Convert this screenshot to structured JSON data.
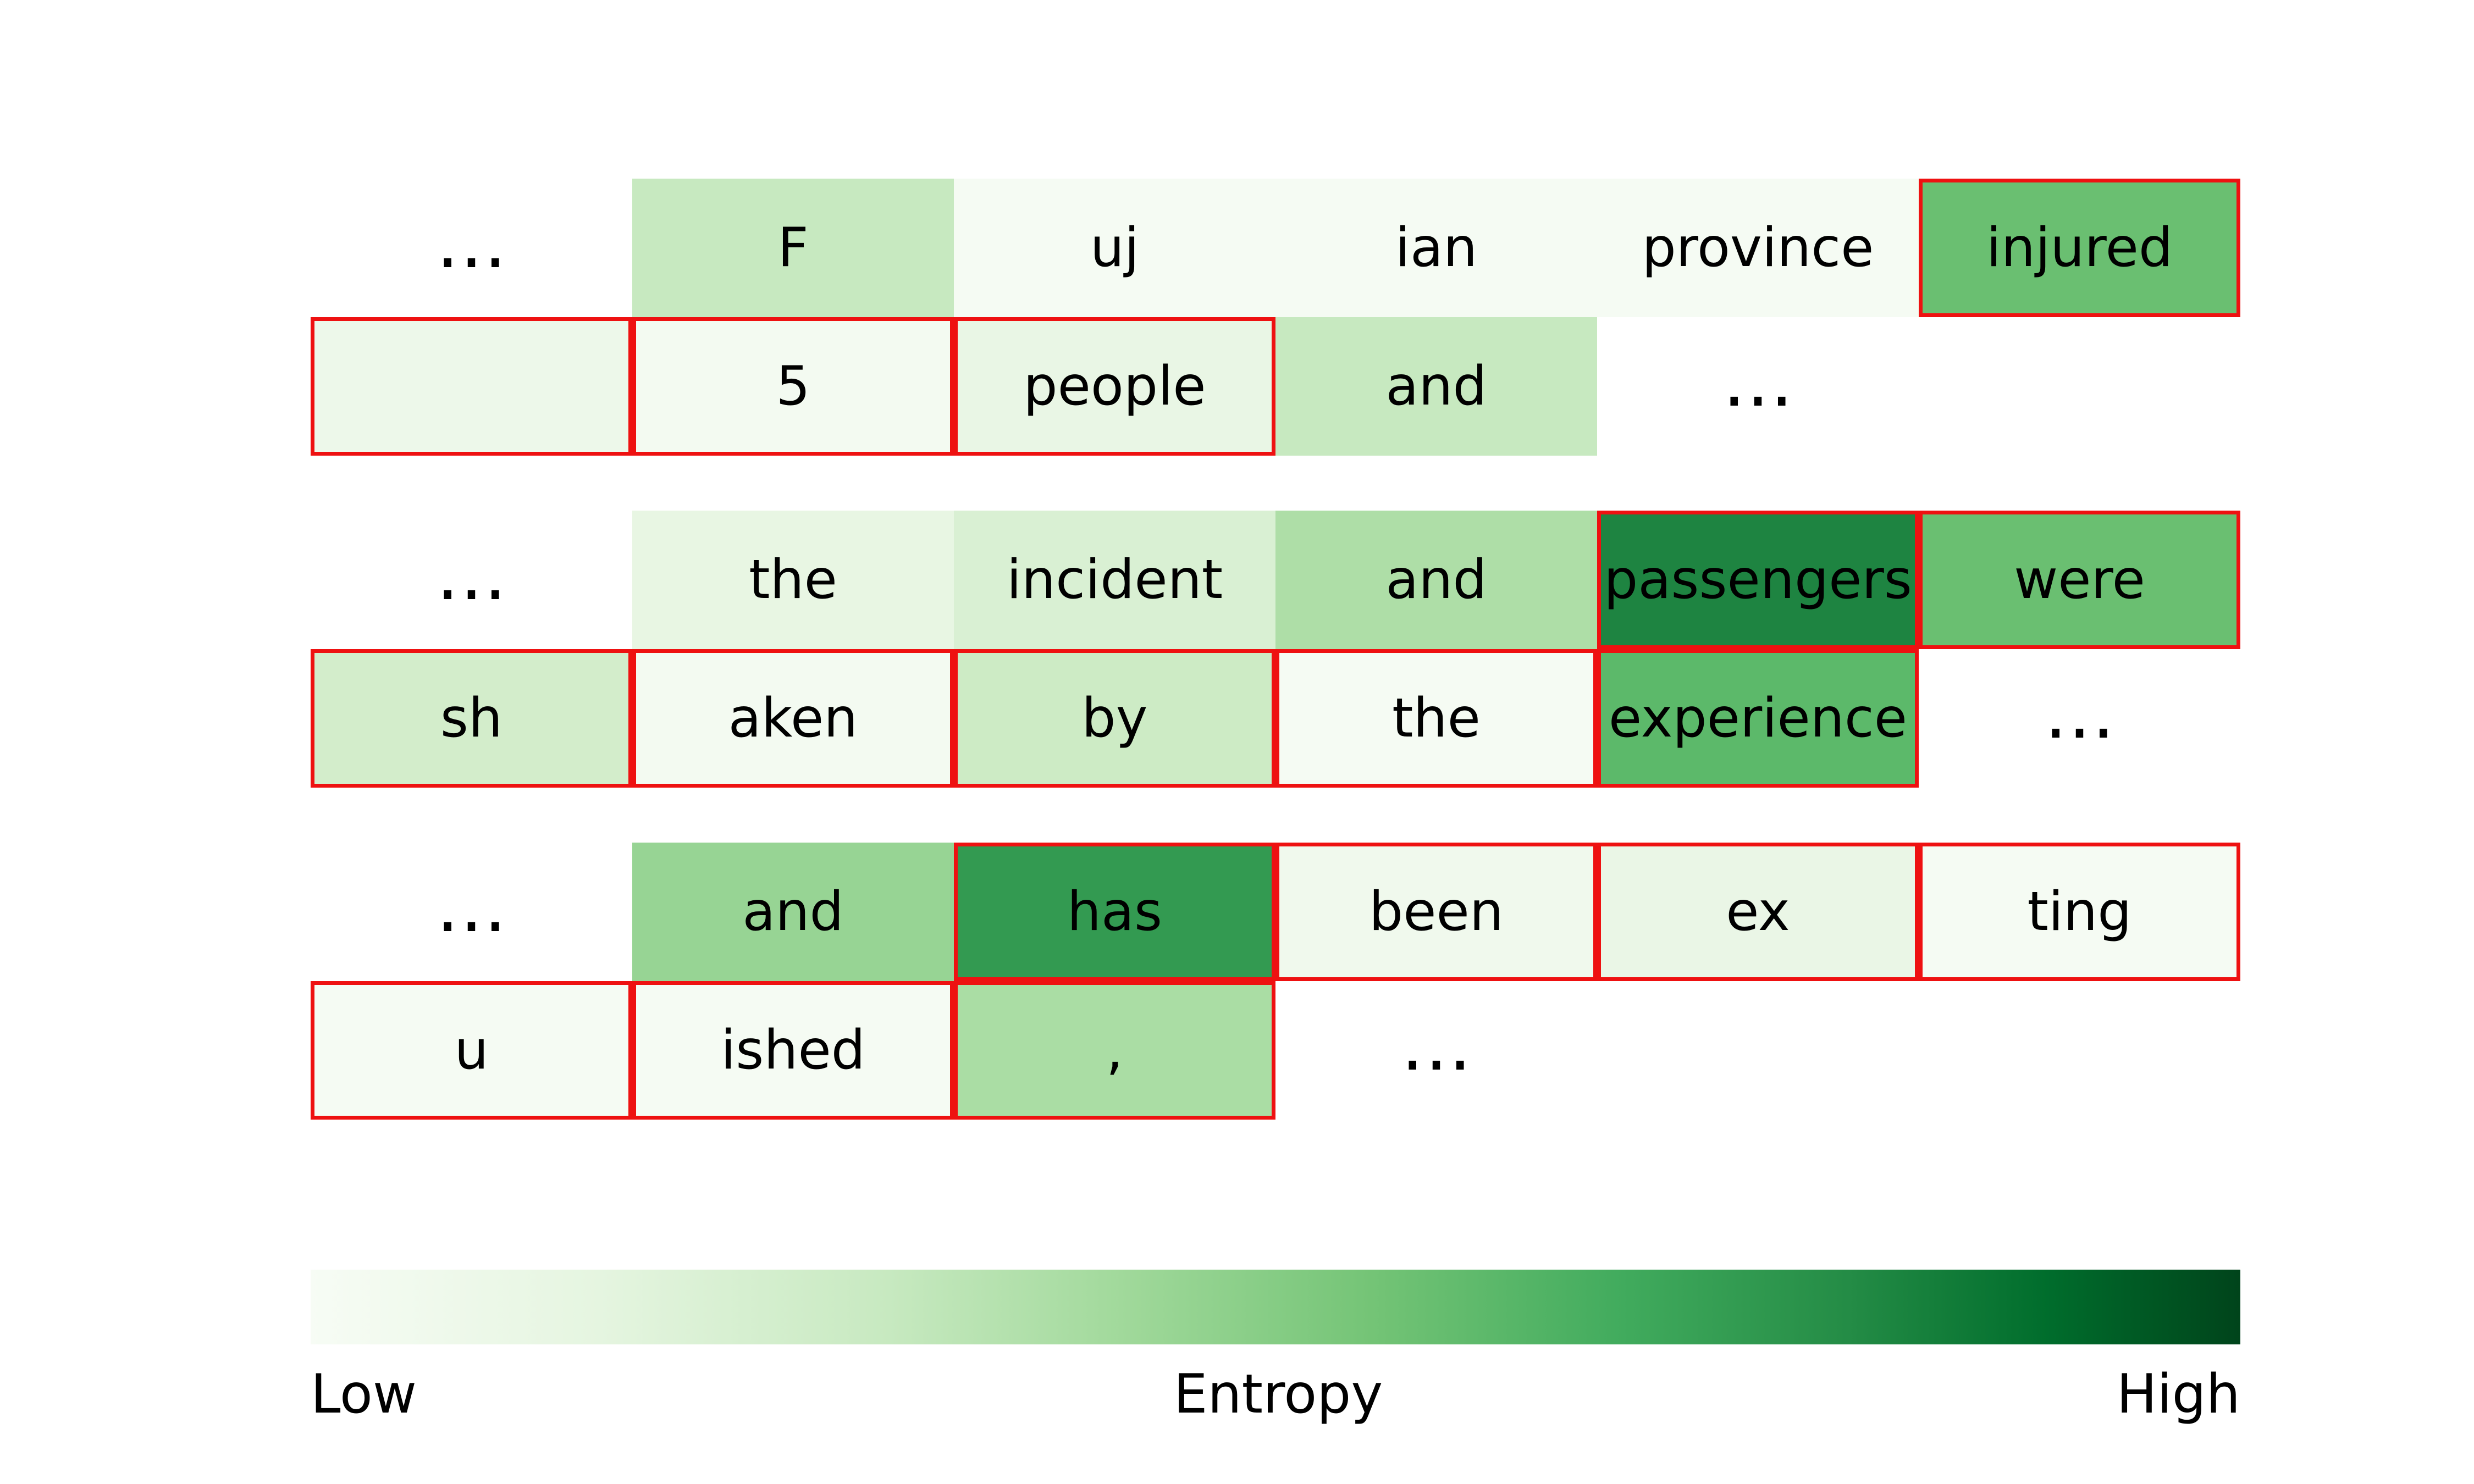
{
  "rows": [
    [
      {
        "text": "…",
        "ellipsis": true
      },
      {
        "text": "F",
        "color": "#c7e9c0"
      },
      {
        "text": "uj",
        "color": "#f5fbf3"
      },
      {
        "text": "ian",
        "color": "#f5fbf3"
      },
      {
        "text": "province",
        "color": "#f5fbf3"
      },
      {
        "text": "injured",
        "color": "#6abf71",
        "hl": true
      }
    ],
    [
      {
        "text": "",
        "color": "#edf8ea",
        "hl": true
      },
      {
        "text": "5",
        "color": "#f3faf1",
        "hl": true
      },
      {
        "text": "people",
        "color": "#e9f6e5",
        "hl": true
      },
      {
        "text": "and",
        "color": "#c7e9c0"
      },
      {
        "text": "…",
        "ellipsis": true
      }
    ],
    [
      {
        "text": "…",
        "ellipsis": true
      },
      {
        "text": "the",
        "color": "#e8f6e3"
      },
      {
        "text": "incident",
        "color": "#d9f0d3"
      },
      {
        "text": "and",
        "color": "#aedea7"
      },
      {
        "text": "passengers",
        "color": "#1e8441",
        "hl": true
      },
      {
        "text": "were",
        "color": "#6abf71",
        "hl": true
      }
    ],
    [
      {
        "text": "sh",
        "color": "#d3edcb",
        "hl": true
      },
      {
        "text": "aken",
        "color": "#f3faf1",
        "hl": true
      },
      {
        "text": "by",
        "color": "#cdebc5",
        "hl": true
      },
      {
        "text": "the",
        "color": "#f5fbf3",
        "hl": true
      },
      {
        "text": "experience",
        "color": "#5cb96a",
        "hl": true
      },
      {
        "text": "…",
        "ellipsis": true
      }
    ],
    [
      {
        "text": "…",
        "ellipsis": true
      },
      {
        "text": "and",
        "color": "#97d494"
      },
      {
        "text": "has",
        "color": "#339a51",
        "hl": true
      },
      {
        "text": "been",
        "color": "#f0f9ed",
        "hl": true
      },
      {
        "text": "ex",
        "color": "#eaf6e6",
        "hl": true
      },
      {
        "text": "ting",
        "color": "#f5fbf3",
        "hl": true
      }
    ],
    [
      {
        "text": "u",
        "color": "#f5fbf3",
        "hl": true
      },
      {
        "text": "ished",
        "color": "#f5fbf3",
        "hl": true
      },
      {
        "text": ",",
        "color": "#aadda4",
        "hl": true
      },
      {
        "text": "…",
        "ellipsis": true
      }
    ]
  ],
  "colorbar": {
    "low_label": "Low",
    "mid_label": "Entropy",
    "high_label": "High",
    "colormap": "Greens"
  }
}
